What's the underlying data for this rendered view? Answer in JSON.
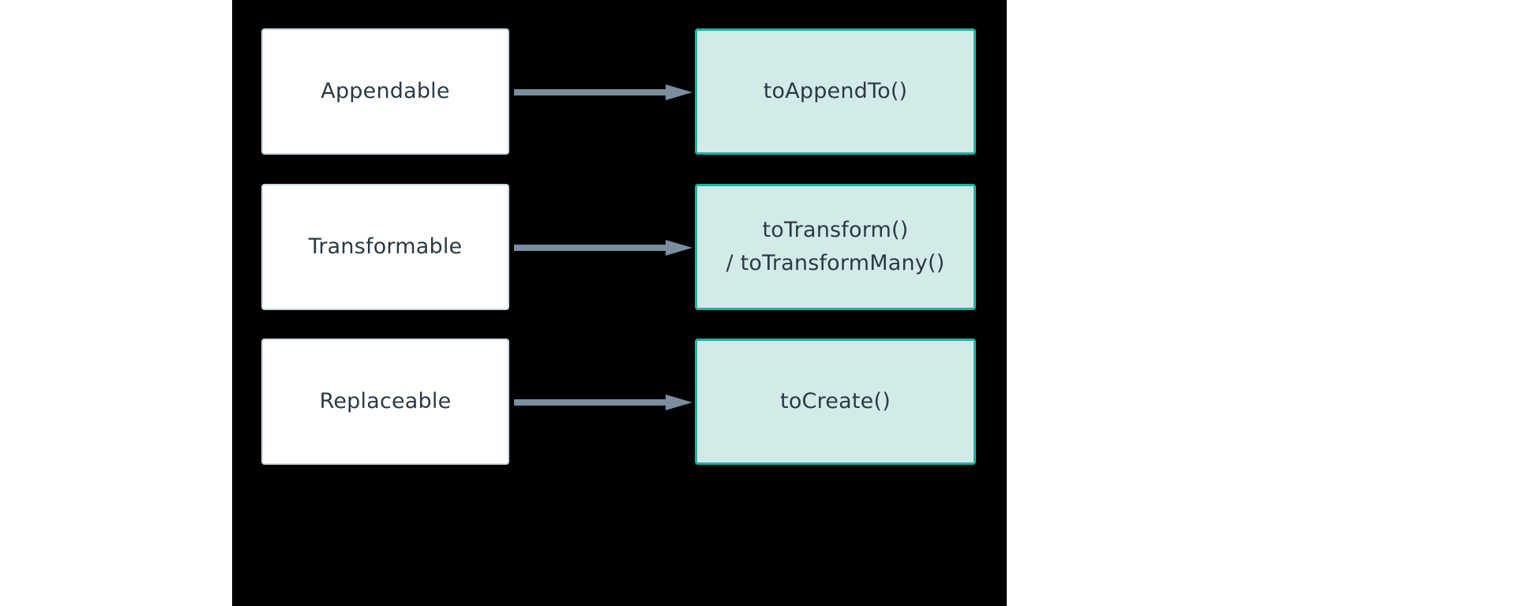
{
  "diagram": {
    "type": "flowchart",
    "orientation": "left-to-right",
    "canvas_background": "#000000",
    "page_background": "#ffffff",
    "colors": {
      "source_box_fill": "#ffffff",
      "source_box_border": "#ccd8e0",
      "target_box_fill": "#d3ebe8",
      "target_box_border": "#19b5a0",
      "text": "#2b3a45",
      "arrow": "#7b8d9e"
    },
    "rows": [
      {
        "source": {
          "label": "Appendable"
        },
        "arrow": {
          "label": "",
          "style": "solid-arrow-right"
        },
        "target": {
          "lines": [
            "toAppendTo()"
          ]
        }
      },
      {
        "source": {
          "label": "Transformable"
        },
        "arrow": {
          "label": "",
          "style": "solid-arrow-right"
        },
        "target": {
          "lines": [
            "toTransform()",
            "/ toTransformMany()"
          ]
        }
      },
      {
        "source": {
          "label": "Replaceable"
        },
        "arrow": {
          "label": "",
          "style": "solid-arrow-right"
        },
        "target": {
          "lines": [
            "toCreate()"
          ]
        }
      }
    ]
  }
}
